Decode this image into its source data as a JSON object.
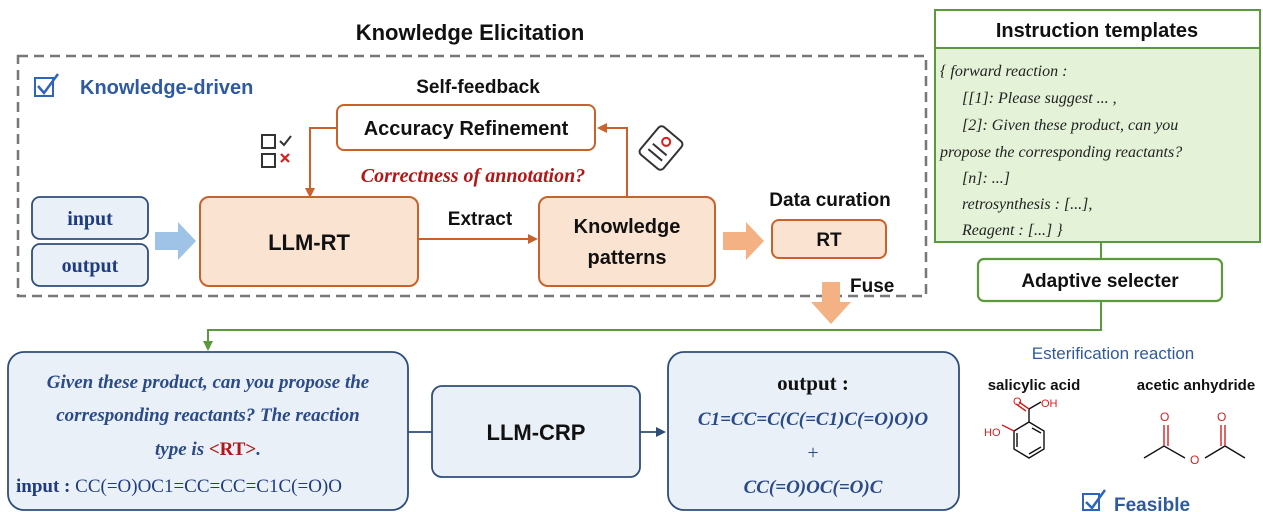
{
  "elicitation": {
    "title": "Knowledge Elicitation",
    "driven_label": "Knowledge-driven",
    "self_feedback": "Self-feedback",
    "refinement": "Accuracy Refinement",
    "correctness_question": "Correctness of annotation?",
    "input_label": "input",
    "output_label": "output",
    "llm_rt": "LLM-RT",
    "extract": "Extract",
    "patterns_line1": "Knowledge",
    "patterns_line2": "patterns",
    "data_curation": "Data curation",
    "rt": "RT",
    "fuse": "Fuse"
  },
  "templates": {
    "title": "Instruction templates",
    "lines": [
      "{  forward reaction :",
      "[[1]: Please suggest ... ,",
      "[2]: Given these product, can you",
      "propose the corresponding reactants?",
      "[n]: ...]",
      "retrosynthesis : [...],",
      "Reagent : [...] }"
    ],
    "selector": "Adaptive selecter"
  },
  "prompt": {
    "line1": "Given these product, can you propose the",
    "line2": "corresponding reactants? The reaction",
    "line3_prefix": "type is ",
    "rt_tag": "<RT>",
    "line3_suffix": ".",
    "input_label": "input : ",
    "input_smiles": "CC(=O)OC1=CC=CC=C1C(=O)O"
  },
  "crp": {
    "label": "LLM-CRP"
  },
  "output": {
    "title": "output :",
    "smiles1": "C1=CC=C(C(=C1)C(=O)O)O",
    "plus": "+",
    "smiles2": "CC(=O)OC(=O)C"
  },
  "reaction": {
    "title": "Esterification reaction",
    "mol1_name": "salicylic acid",
    "mol2_name": "acetic anhydride",
    "atom_oh": "OH",
    "atom_ho": "HO",
    "atom_o": "O",
    "feasible": "Feasible"
  },
  "colors": {
    "orange_border": "#c8622a",
    "orange_fill": "#fbe3d2",
    "blue_fill": "#e9f0f8",
    "blue_border": "#2e4d7a",
    "green_border": "#5a9a3a",
    "green_fill": "#e4f2d8",
    "dark_red": "#a01414",
    "navy_text": "#1f3c82"
  }
}
